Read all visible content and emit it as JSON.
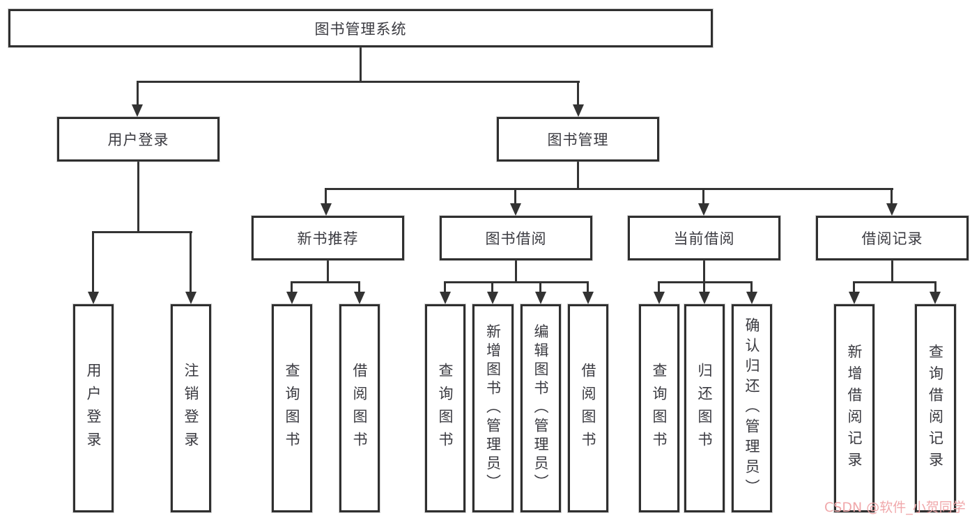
{
  "nodes": {
    "root": "图书管理系统",
    "user_login": "用户登录",
    "book_management": "图书管理",
    "user_login_leaf": "用户登录",
    "logout_leaf": "注销登录",
    "new_book_recommend": "新书推荐",
    "book_borrow": "图书借阅",
    "current_borrow": "当前借阅",
    "borrow_record": "借阅记录",
    "nbr_query_book": "查询图书",
    "nbr_borrow_book": "借阅图书",
    "bb_query_book": "查询图书",
    "bb_add_book": "新增图书（管理员）",
    "bb_edit_book": "编辑图书（管理员）",
    "bb_borrow_book": "借阅图书",
    "cb_query_book": "查询图书",
    "cb_return_book": "归还图书",
    "cb_confirm_return": "确认归还（管理员）",
    "br_add_record": "新增借阅记录",
    "br_query_record": "查询借阅记录"
  },
  "watermark": "CSDN @软件_小贺同学",
  "colors": {
    "line": "#333333",
    "box_border": "#2f2f2f",
    "text": "#3a3a40",
    "background": "#ffffff",
    "watermark": "#f0a8ab"
  }
}
